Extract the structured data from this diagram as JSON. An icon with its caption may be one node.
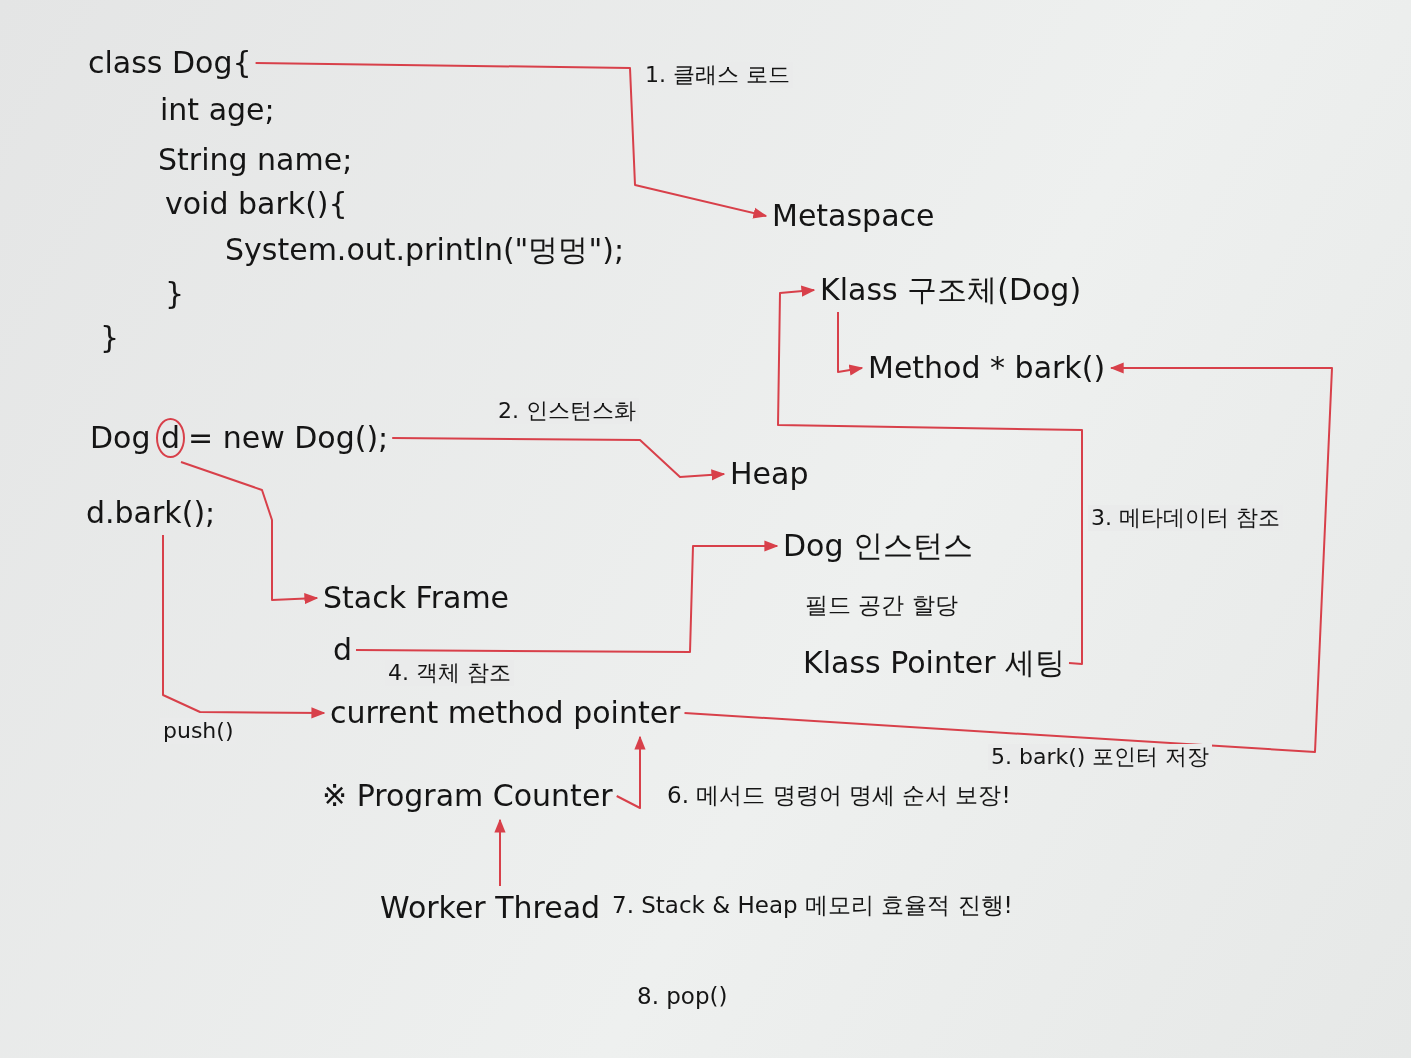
{
  "diagram": {
    "nodes": [
      {
        "text": [
          "class Dog{"
        ]
      },
      {
        "text": [
          "Metaspace"
        ]
      },
      {
        "text": [
          "Klass 구조체(Dog)"
        ]
      },
      {
        "text": [
          "Method * bark()"
        ]
      },
      {
        "text": [
          "Dog"
        ]
      },
      {
        "text": [
          "d"
        ]
      },
      {
        "text": [
          "= new Dog();"
        ]
      },
      {
        "text": [
          "d.bark();"
        ]
      },
      {
        "text": [
          "Heap"
        ]
      },
      {
        "text": [
          "Dog 인스턴스"
        ]
      },
      {
        "text": [
          "Klass Pointer 세팅"
        ]
      },
      {
        "text": [
          "Stack Frame"
        ]
      },
      {
        "text": [
          "d"
        ]
      },
      {
        "text": [
          "current method pointer"
        ]
      },
      {
        "text": [
          "※ Program Counter"
        ]
      },
      {
        "text": [
          "Worker Thread"
        ]
      }
    ],
    "edges": [
      {
        "from": 0,
        "to": 1,
        "arrow": "to",
        "label": "1. 클래스 로드"
      },
      {
        "from": 5,
        "to": 11,
        "arrow": "to"
      },
      {
        "from": 6,
        "to": 8,
        "arrow": "to",
        "label": "2. 인스턴스화"
      },
      {
        "from": 7,
        "to": 13,
        "arrow": "to",
        "label": "push()"
      },
      {
        "from": 10,
        "to": 2,
        "arrow": "to",
        "label": "3. 메타데이터 참조"
      },
      {
        "from": 12,
        "to": 9,
        "arrow": "to",
        "label": "4. 객체 참조"
      },
      {
        "from": 13,
        "to": 3,
        "arrow": "to",
        "label": "5. bark() 포인터 저장"
      },
      {
        "from": 14,
        "to": 13,
        "arrow": "to"
      },
      {
        "from": 15,
        "to": 14,
        "arrow": "to"
      },
      {
        "from": 2,
        "to": 3,
        "arrow": "to"
      }
    ],
    "labels": [
      "int age;",
      "String name;",
      "void bark(){",
      "System.out.println(\"멍멍\");",
      "}",
      "}",
      "필드 공간 할당",
      "6. 메서드 명령어 명세 순서 보장!",
      "7. Stack & Heap 메모리 효율적 진행!",
      "8. pop()"
    ]
  }
}
